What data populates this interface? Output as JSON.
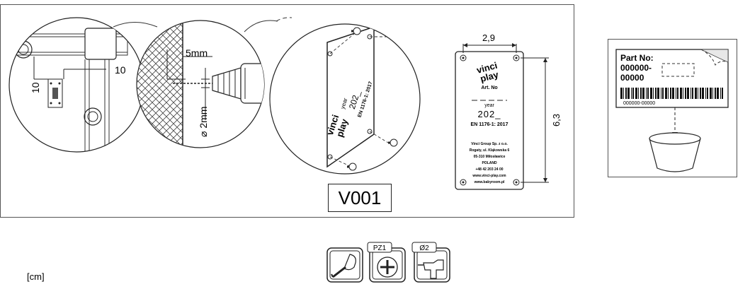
{
  "code": "V001",
  "unit": "[cm]",
  "detail_wall": {
    "dim_a": "10",
    "dim_b": "10"
  },
  "detail_drill": {
    "depth": "5mm",
    "diameter": "⌀ 2mm"
  },
  "plate": {
    "brand_line1": "vinci",
    "brand_line2": "play",
    "art_no": "Art. No",
    "year_label": "year",
    "year_value": "202_",
    "standard": "EN 1176-1: 2017",
    "company": "Vinci Group Sp. z o.o.",
    "street": "Rogaty, ul. Kląkowska 6",
    "city": "05-310 Miłosławice",
    "country": "POLAND",
    "phone": "+48 42 203 24 00",
    "web1": "www.vinci-play.com",
    "web2": "www.babyroom.pl",
    "width_dim": "2,9",
    "height_dim": "6,3"
  },
  "label": {
    "part_no_label": "Part No:",
    "part_no_line1": "000000-",
    "part_no_line2": "00000",
    "barcode_text": "000000-00000"
  },
  "tools": [
    {
      "name": "tape-measure-icon",
      "badge": ""
    },
    {
      "name": "phillips-screwdriver-icon",
      "badge": "PZ1"
    },
    {
      "name": "drill-icon",
      "badge": "Ø2"
    }
  ]
}
